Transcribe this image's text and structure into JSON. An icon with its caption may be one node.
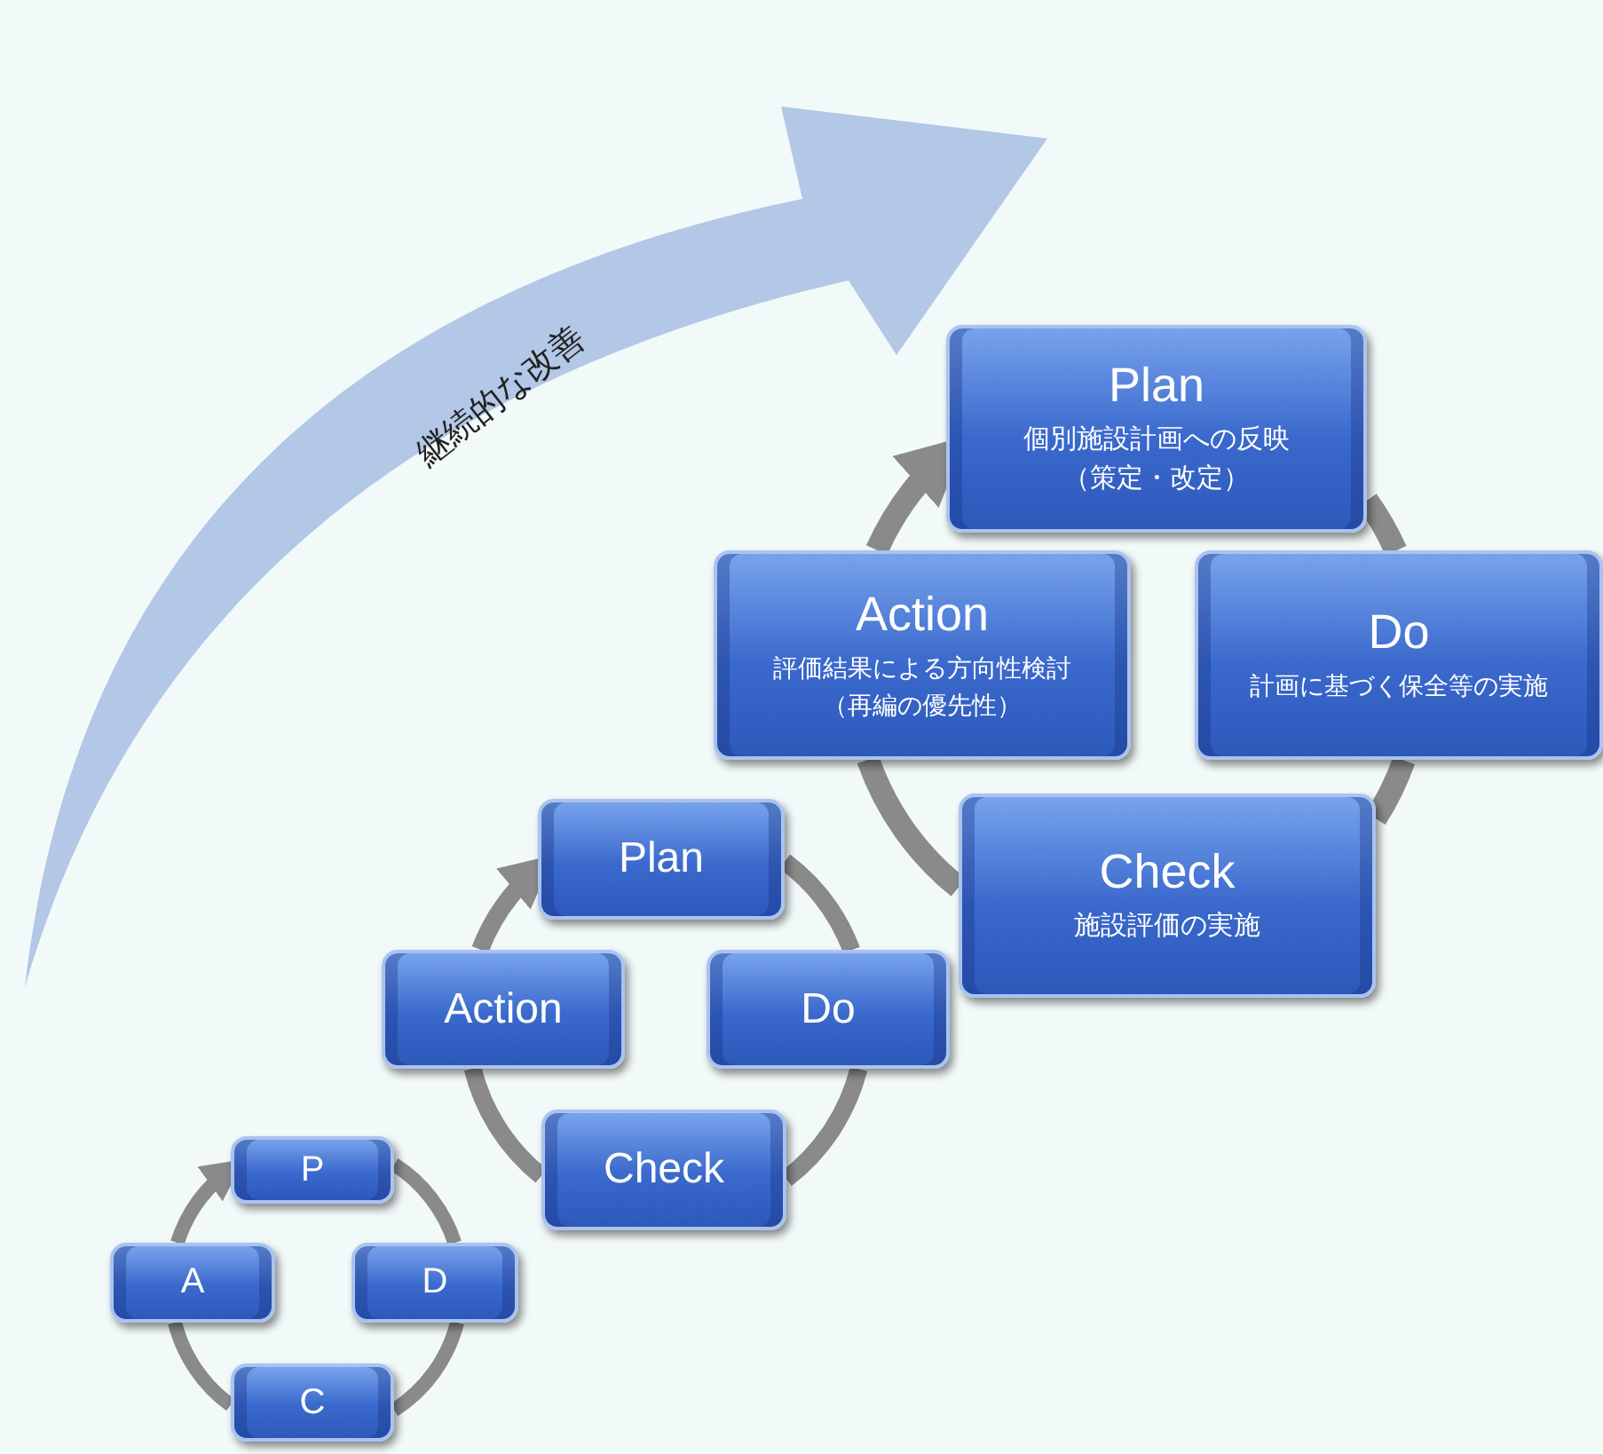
{
  "diagram": {
    "nodes": [
      {
        "text": [
          "Plan",
          "個別施設計画への反映（策定・改定）"
        ]
      },
      {
        "text": [
          "Action",
          "評価結果による方向性検討（再編の優先性）"
        ]
      },
      {
        "text": [
          "Do",
          "計画に基づく保全等の実施"
        ]
      },
      {
        "text": [
          "Check",
          "施設評価の実施"
        ]
      },
      {
        "text": [
          "Plan"
        ]
      },
      {
        "text": [
          "Action"
        ]
      },
      {
        "text": [
          "Do"
        ]
      },
      {
        "text": [
          "Check"
        ]
      },
      {
        "text": [
          "P"
        ]
      },
      {
        "text": [
          "A"
        ]
      },
      {
        "text": [
          "D"
        ]
      },
      {
        "text": [
          "C"
        ]
      }
    ],
    "edges": [
      {
        "from": 0,
        "to": 2,
        "arrow": "none"
      },
      {
        "from": 2,
        "to": 3,
        "arrow": "none"
      },
      {
        "from": 3,
        "to": 1,
        "arrow": "none"
      },
      {
        "from": 1,
        "to": 0,
        "arrow": "to"
      },
      {
        "from": 4,
        "to": 6,
        "arrow": "none"
      },
      {
        "from": 6,
        "to": 7,
        "arrow": "none"
      },
      {
        "from": 7,
        "to": 5,
        "arrow": "none"
      },
      {
        "from": 5,
        "to": 4,
        "arrow": "to"
      },
      {
        "from": 8,
        "to": 10,
        "arrow": "none"
      },
      {
        "from": 10,
        "to": 11,
        "arrow": "none"
      },
      {
        "from": 11,
        "to": 9,
        "arrow": "none"
      },
      {
        "from": 9,
        "to": 8,
        "arrow": "to"
      }
    ],
    "labels": [
      "継続的な改善"
    ]
  }
}
